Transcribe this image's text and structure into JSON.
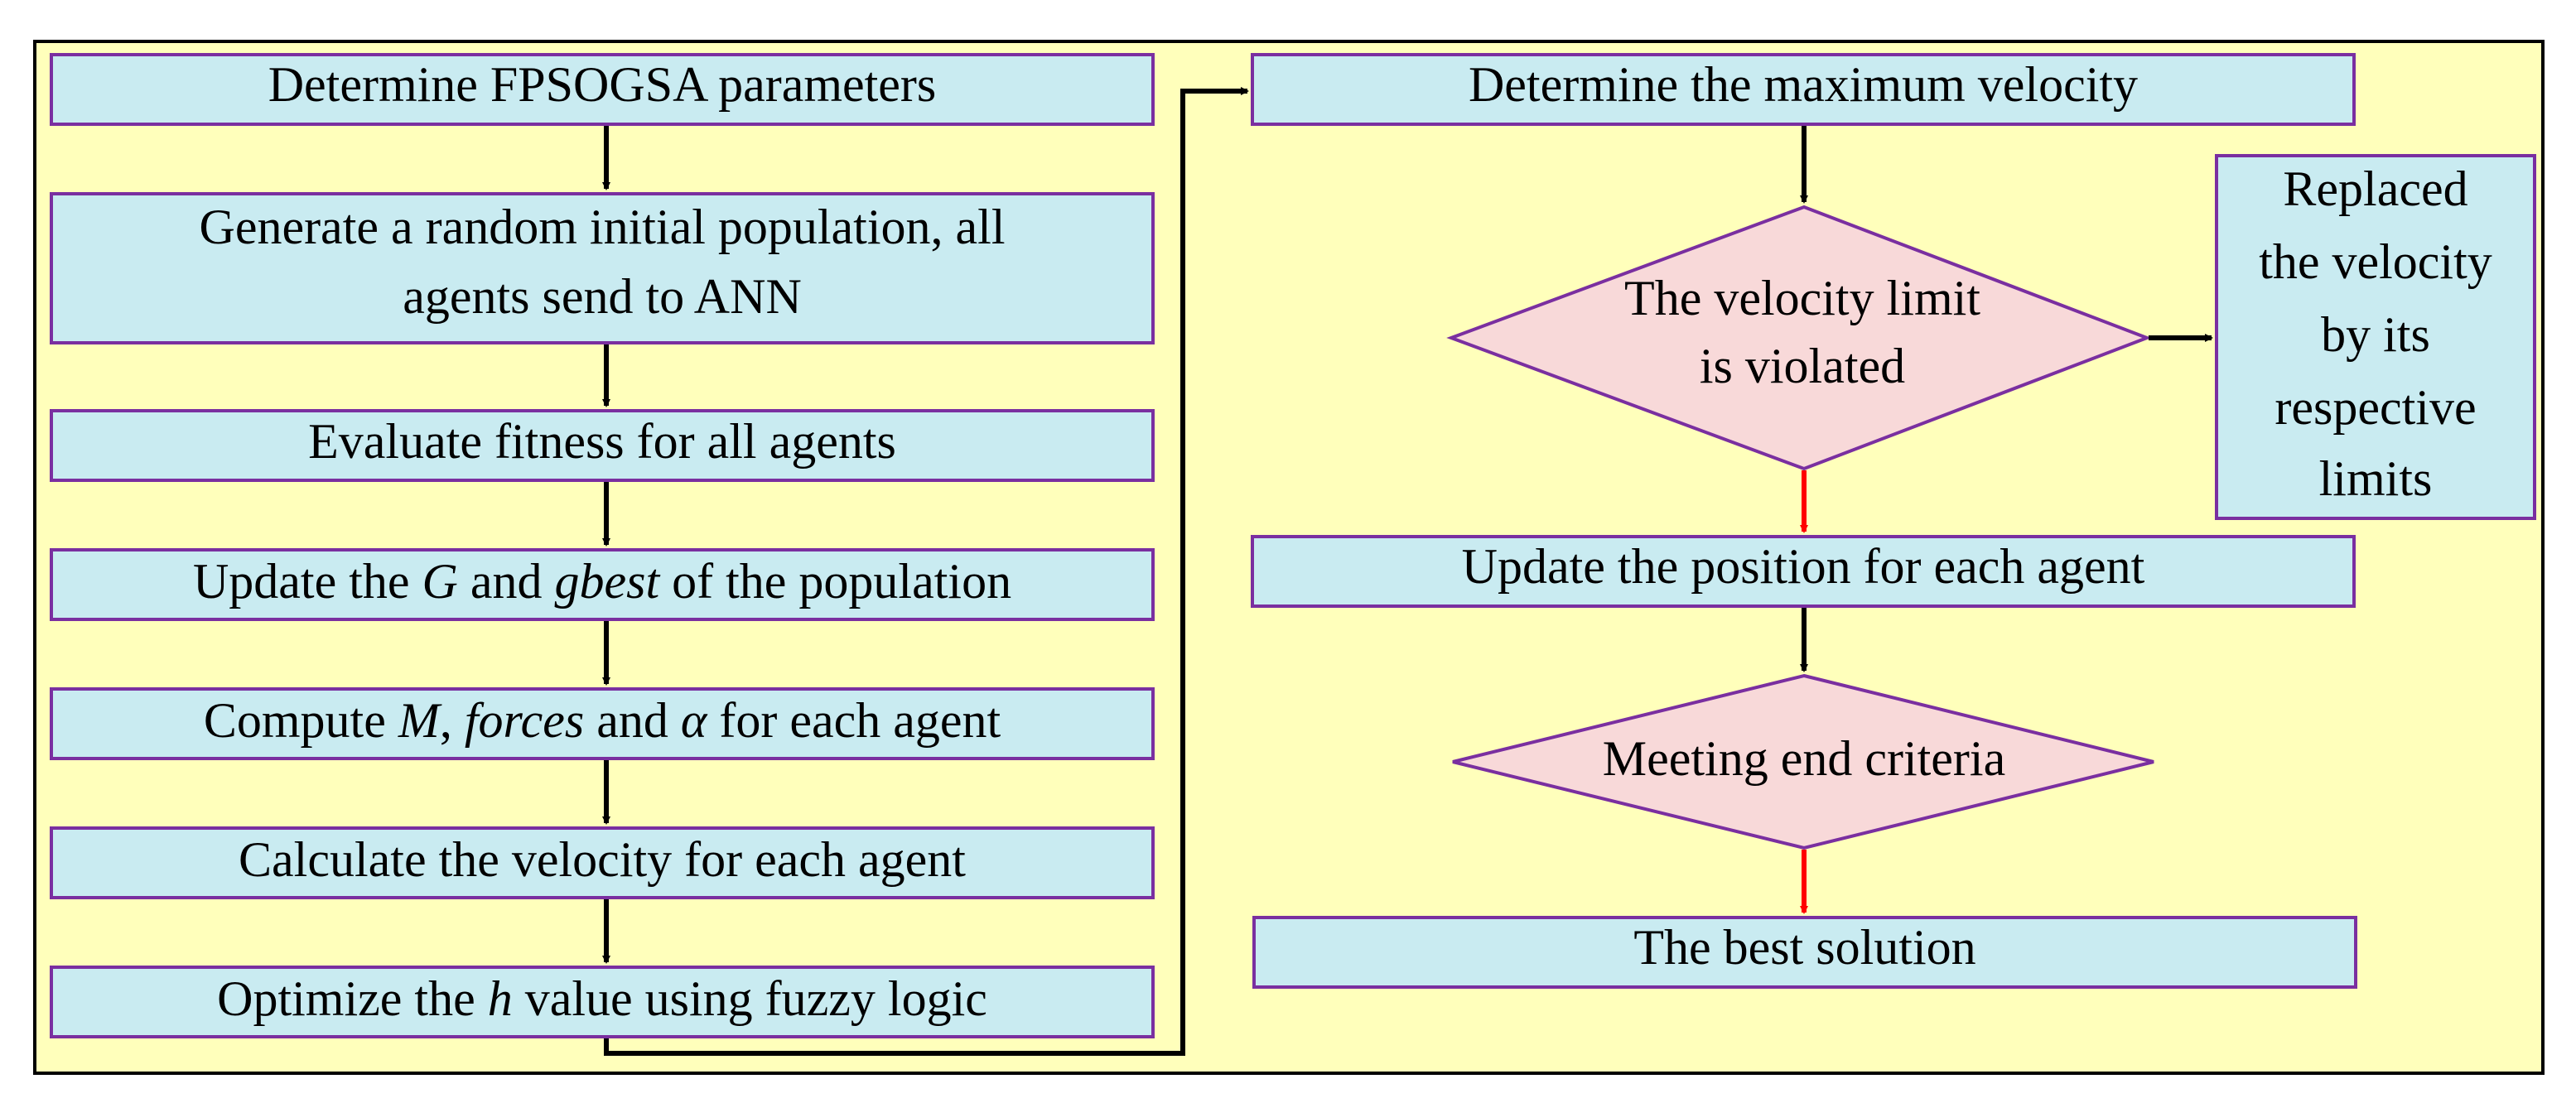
{
  "colors": {
    "background_panel": "#ffffbb",
    "panel_border": "#000000",
    "box_fill": "#c9ebf1",
    "box_border": "#7a2fa0",
    "diamond_fill": "#f8d9d9",
    "arrow_black": "#000000",
    "arrow_red": "#ff0000"
  },
  "left_column": {
    "step1": "Determine FPSOGSA parameters",
    "step2_line1": "Generate a random initial population, all",
    "step2_line2": "agents send to ANN",
    "step3": "Evaluate fitness for all agents",
    "step4_a": "Update the ",
    "step4_G": "G",
    "step4_b": " and ",
    "step4_gbest": "gbest",
    "step4_c": " of the population",
    "step5_a": "Compute ",
    "step5_M": "M",
    "step5_b": ", ",
    "step5_forces": "forces",
    "step5_c": " and ",
    "step5_alpha": "α",
    "step5_d": " for each agent",
    "step6": "Calculate the velocity for each agent",
    "step7_a": "Optimize the ",
    "step7_h": "h",
    "step7_b": " value using fuzzy logic"
  },
  "right_column": {
    "step8": "Determine the maximum velocity",
    "decision1_line1": "The velocity limit",
    "decision1_line2": "is violated",
    "side_line1": "Replaced",
    "side_line2": "the velocity",
    "side_line3": "by its",
    "side_line4": "respective",
    "side_line5": "limits",
    "step9": "Update the position for each agent",
    "decision2": "Meeting end criteria",
    "final": "The best solution"
  }
}
